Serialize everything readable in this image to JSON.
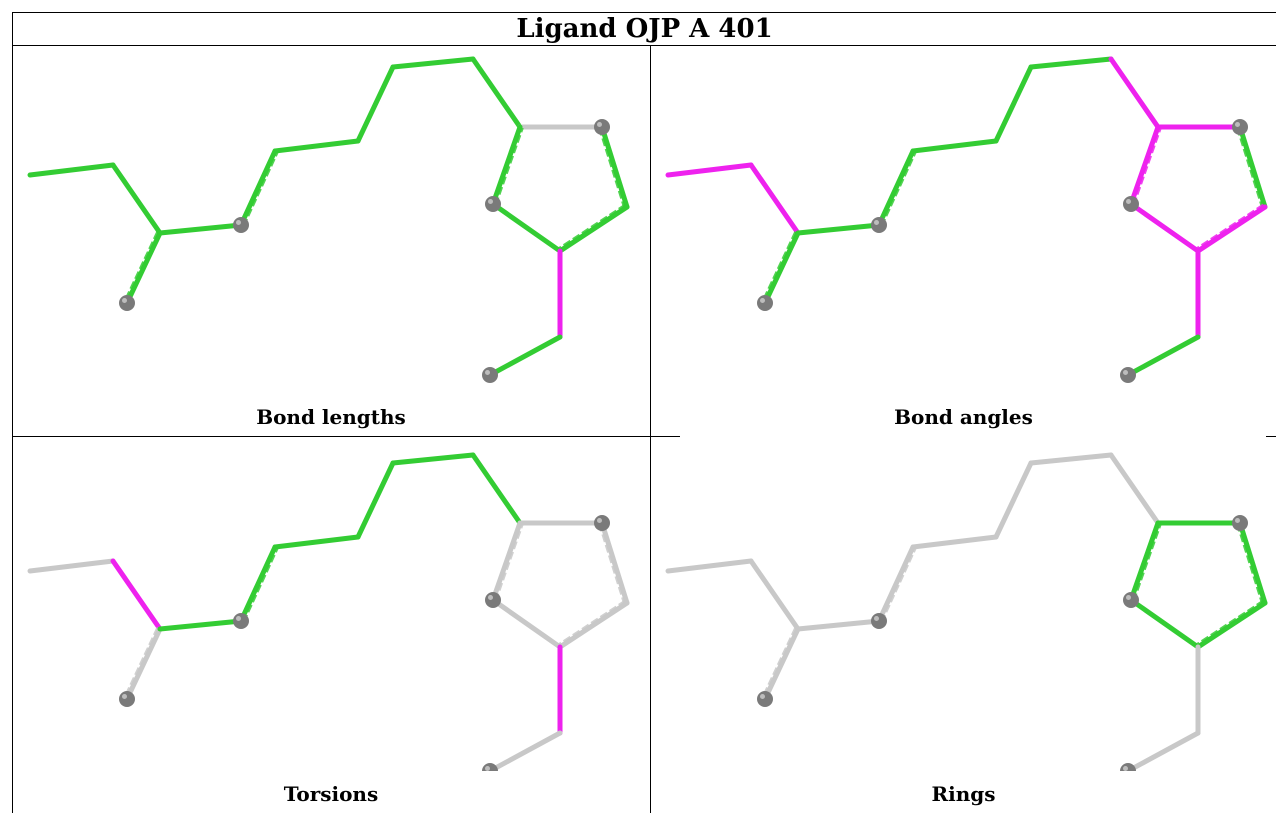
{
  "title": "Ligand OJP A 401",
  "panels": [
    {
      "caption": "Bond lengths"
    },
    {
      "caption": "Bond angles"
    },
    {
      "caption": "Torsions"
    },
    {
      "caption": "Rings"
    }
  ],
  "colors": {
    "green": "#33cc33",
    "magenta": "#ee22ee",
    "gray": "#c8c8c8",
    "atom": "#7a7a7a",
    "border": "#000000"
  }
}
